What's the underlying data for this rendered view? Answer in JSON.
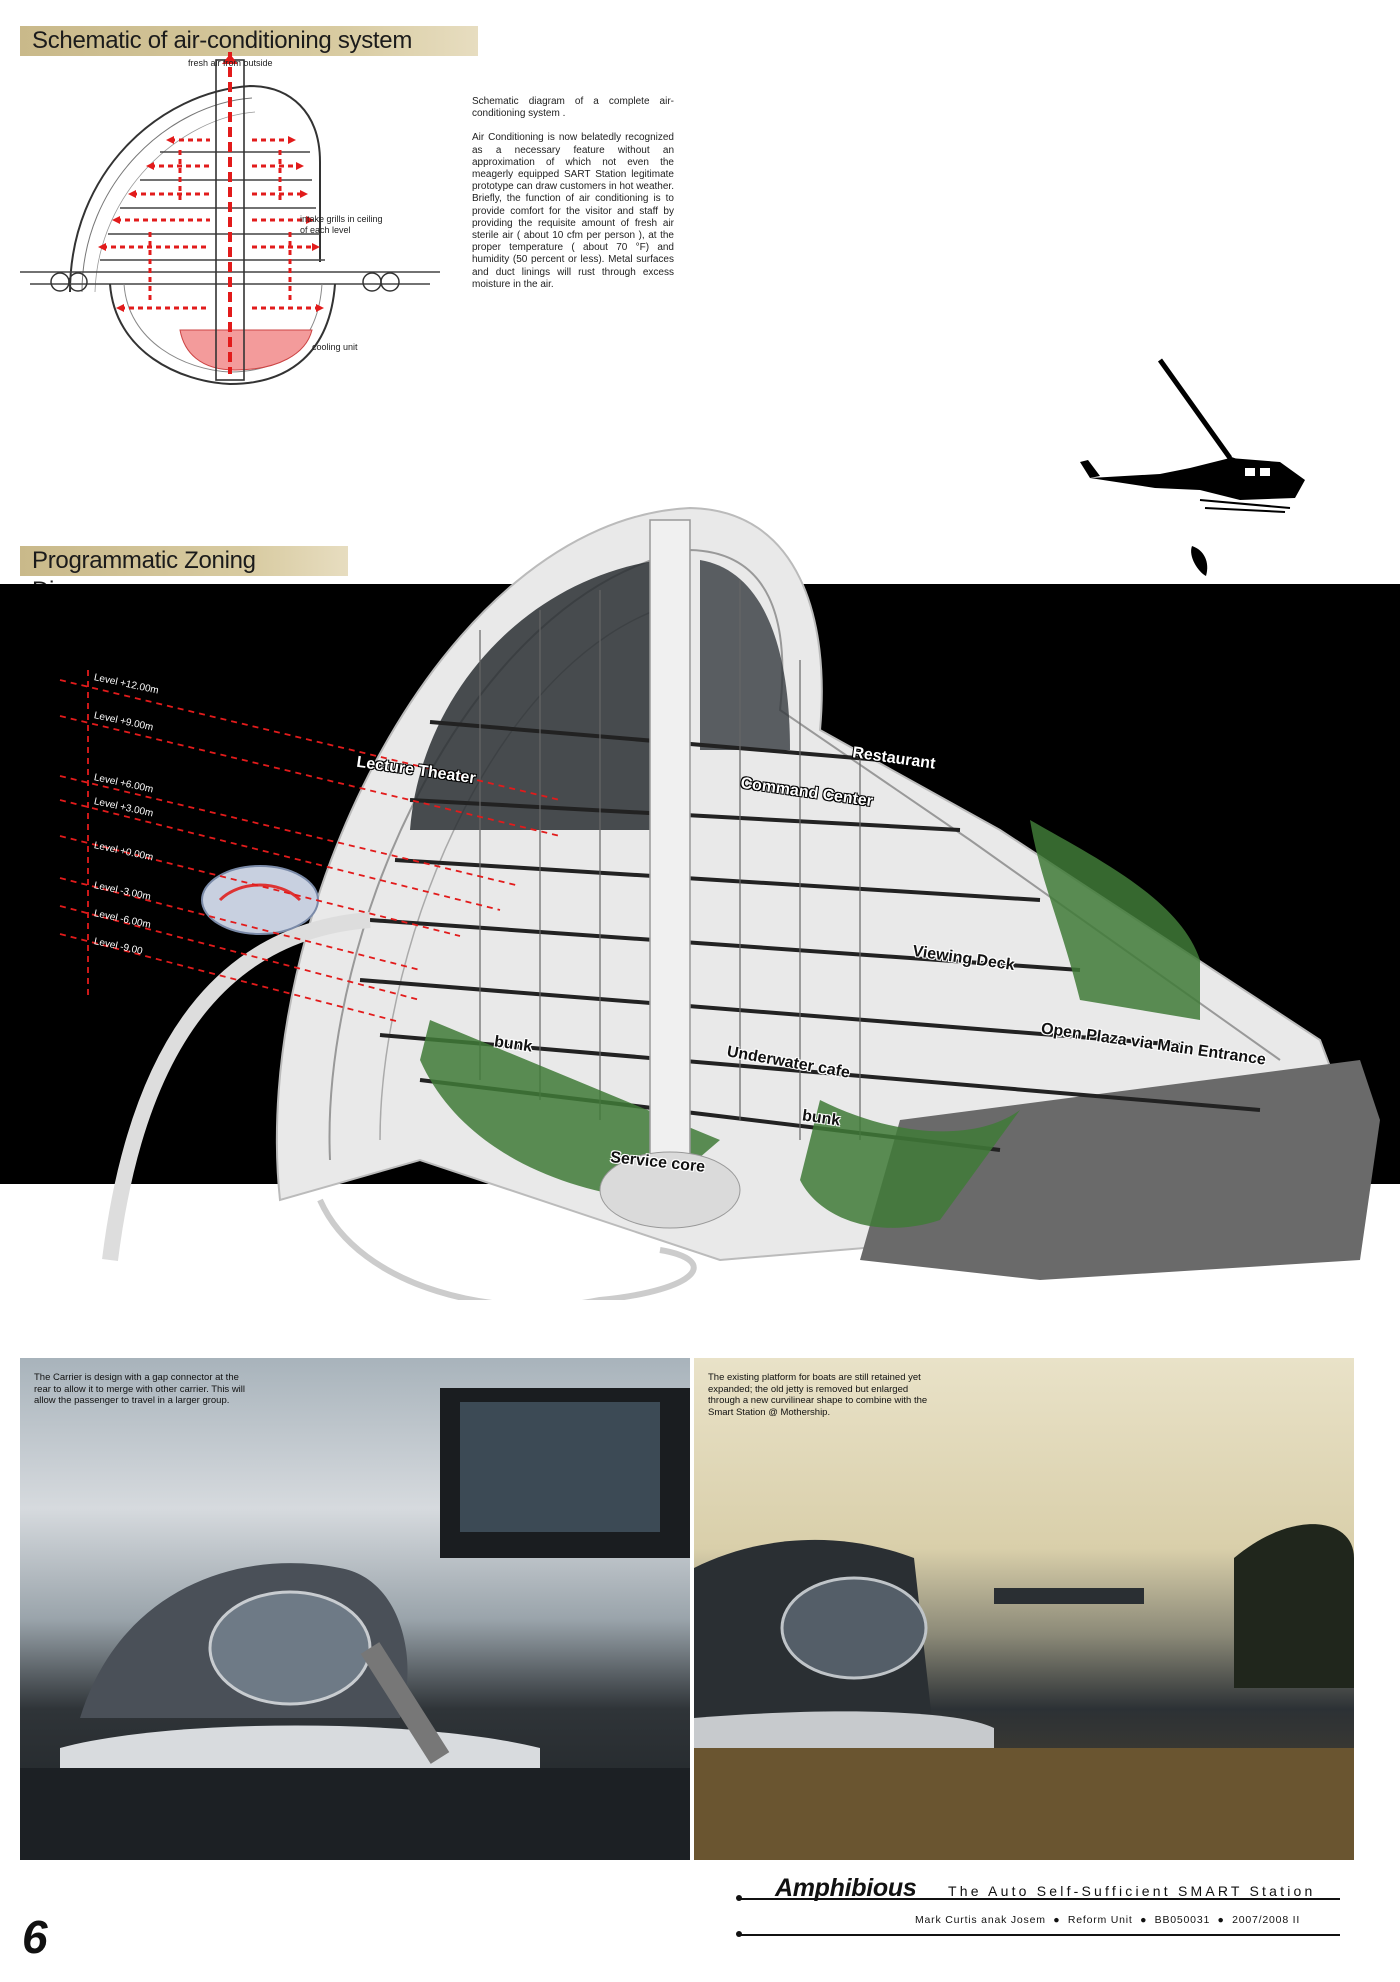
{
  "sections": {
    "ac_title": "Schematic of air-conditioning system",
    "zoning_title": "Programmatic Zoning Diagram"
  },
  "ac_schematic": {
    "labels": {
      "fresh_air": "fresh air from outside",
      "intake": "intake grills in ceiling\nof each level",
      "cooling": "cooling unit"
    },
    "accent_color": "#e21b1b"
  },
  "ac_description": {
    "p1": "Schematic diagram of a complete air-conditioning system .",
    "p2": "Air Conditioning is now belatedly recognized as a necessary feature without an approximation of which not even the meagerly equipped SART Station legitimate prototype can draw customers in hot weather. Briefly, the function of air conditioning is to provide comfort for the visitor and staff by providing the requisite amount of fresh air sterile air ( about 10 cfm per person ), at the proper temperature ( about 70 °F) and humidity (50 percent or less). Metal surfaces and duct linings will rust through excess moisture in the air."
  },
  "zoning": {
    "levels": [
      "Level +12.00m",
      "Level +9.00m",
      "Level +6.00m",
      "Level +3.00m",
      "Level +0.00m",
      "Level -3.00m",
      "Level -6.00m",
      "Level -9.00"
    ],
    "zones": {
      "lecture": "Lecture Theater",
      "restaurant": "Restaurant",
      "command": "Command Center",
      "viewing": "Viewing Deck",
      "plaza": "Open Plaza via Main Entrance",
      "bunk_left": "bunk",
      "cafe": "Underwater cafe",
      "bunk_right": "bunk",
      "service": "Service core"
    },
    "accent_color": "#e21b1b",
    "green_color": "#3f7a37"
  },
  "renders": {
    "left_caption": "The Carrier is design with a gap connector at the rear to allow it to merge with other carrier. This will allow the passenger to travel in a larger group.",
    "right_caption": "The existing platform for boats are still retained yet expanded; the old jetty is removed but enlarged through a new curvilinear shape to combine with the Smart Station @ Mothership."
  },
  "footer": {
    "page_number": "6",
    "title": "Amphibious",
    "subtitle": "The Auto Self-Sufficient SMART Station",
    "author": "Mark Curtis anak Josem",
    "unit": "Reform Unit",
    "code": "BB050031",
    "session": "2007/2008 II"
  }
}
